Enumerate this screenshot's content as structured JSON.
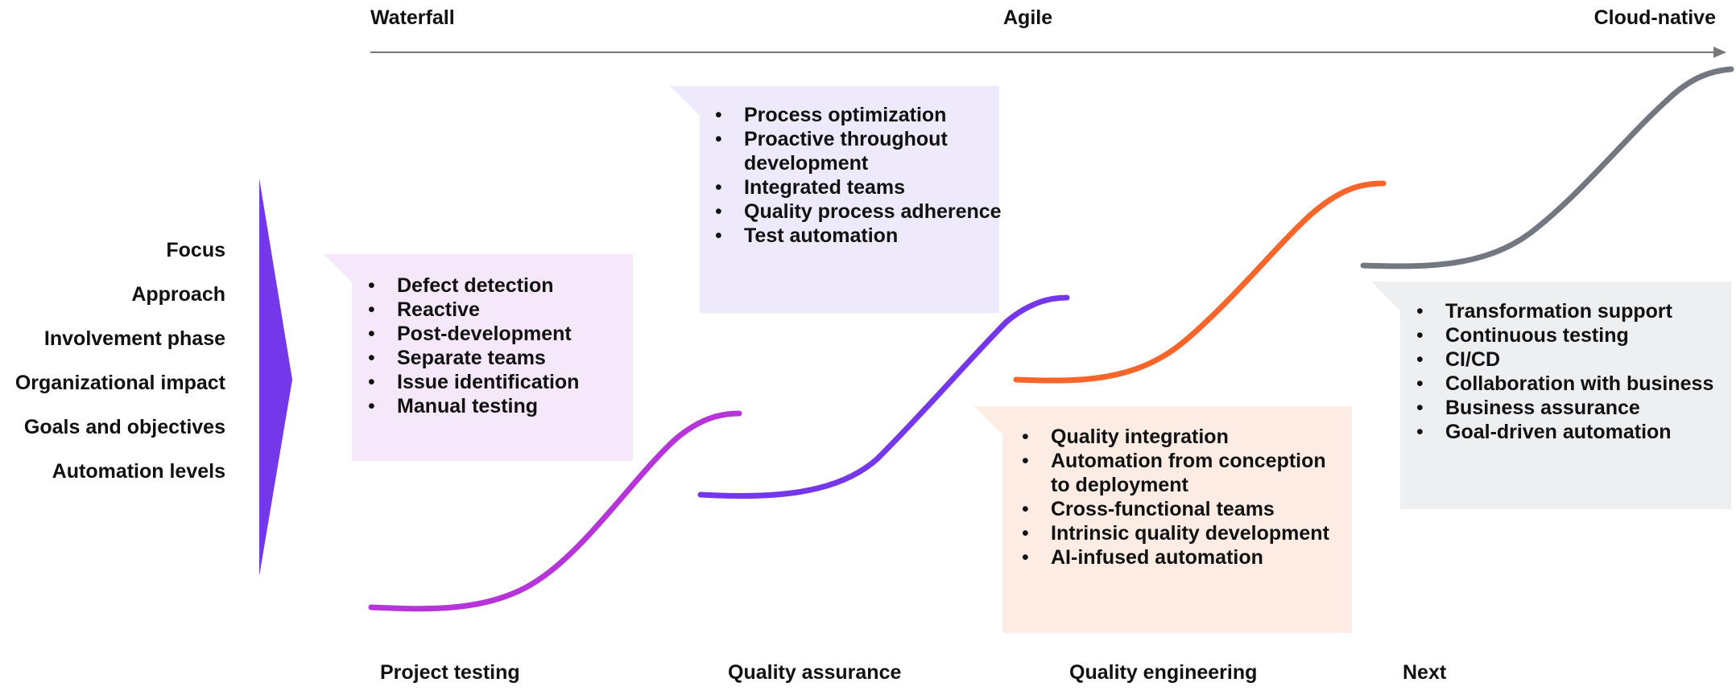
{
  "eras": [
    {
      "label": "Waterfall"
    },
    {
      "label": "Agile"
    },
    {
      "label": "Cloud-native"
    }
  ],
  "dimensions": [
    "Focus",
    "Approach",
    "Involvement phase",
    "Organizational impact",
    "Goals and objectives",
    "Automation levels"
  ],
  "stages": [
    {
      "name": "Project testing",
      "color": "#b535d8",
      "box_color": "#f5e8fa",
      "items": [
        "Defect detection",
        "Reactive",
        "Post-development",
        "Separate teams",
        "Issue identification",
        "Manual testing"
      ]
    },
    {
      "name": "Quality assurance",
      "color": "#7437ea",
      "box_color": "#eeeafc",
      "items": [
        "Process optimization",
        "Proactive throughout development",
        "Integrated teams",
        "Quality process adherence",
        "Test automation"
      ]
    },
    {
      "name": "Quality engineering",
      "color": "#f8652a",
      "box_color": "#fdece4",
      "items": [
        "Quality integration",
        "Automation from conception to deployment",
        "Cross-functional teams",
        "Intrinsic quality development",
        "AI-infused automation"
      ]
    },
    {
      "name": "Next",
      "color": "#737880",
      "box_color": "#eeeff1",
      "items": [
        "Transformation support",
        "Continuous testing",
        "CI/CD",
        "Collaboration with business",
        "Business assurance",
        "Goal-driven automation"
      ]
    }
  ],
  "colors": {
    "axis": "#777777",
    "wedge": "#7437ea"
  }
}
